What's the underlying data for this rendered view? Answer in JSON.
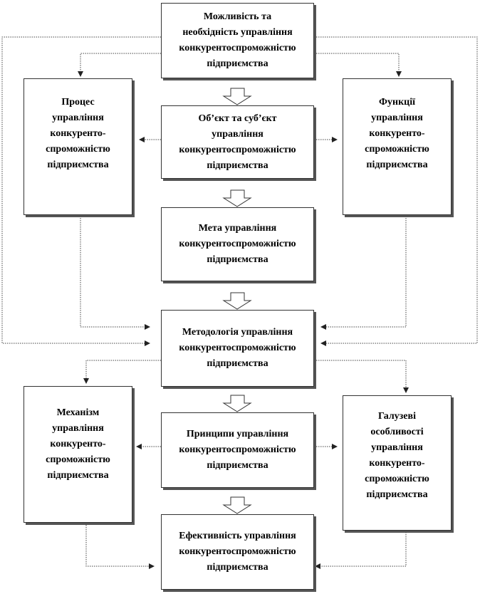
{
  "diagram": {
    "nodes": {
      "possibility": "Можливість та\nнеобхідність управління\nконкурентоспроможністю\nпідприємства",
      "process": "Процес\nуправління\nконкуренто-\nспроможністю\nпідприємства",
      "object_subject": "Об’єкт та суб’єкт\nуправління\nконкурентоспроможністю\nпідприємства",
      "functions": "Функції\nуправління\nконкуренто-\nспроможністю\nпідприємства",
      "goal": "Мета управління\nконкурентоспроможністю\nпідприємства",
      "methodology": "Методологія управління\nконкурентоспроможністю\nпідприємства",
      "mechanism": "Механізм\nуправління\nконкуренто-\nспроможністю\nпідприємства",
      "principles": "Принципи управління\nконкурентоспроможністю\nпідприємства",
      "industry": "Галузеві\nособливості\nуправління\nконкуренто-\nспроможністю\nпідприємства",
      "efficiency": "Ефективність управління\nконкурентоспроможністю\nпідприємства"
    },
    "colors": {
      "line": "#333333",
      "shadow": "#555555",
      "background": "#ffffff"
    }
  }
}
